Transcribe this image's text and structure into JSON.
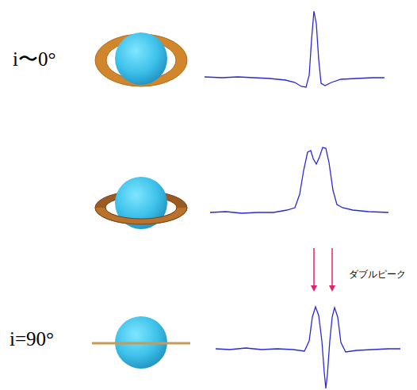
{
  "diagram": {
    "labels": [
      "i〜0°",
      "i=90°",
      "ダブルピーク"
    ]
  }
}
